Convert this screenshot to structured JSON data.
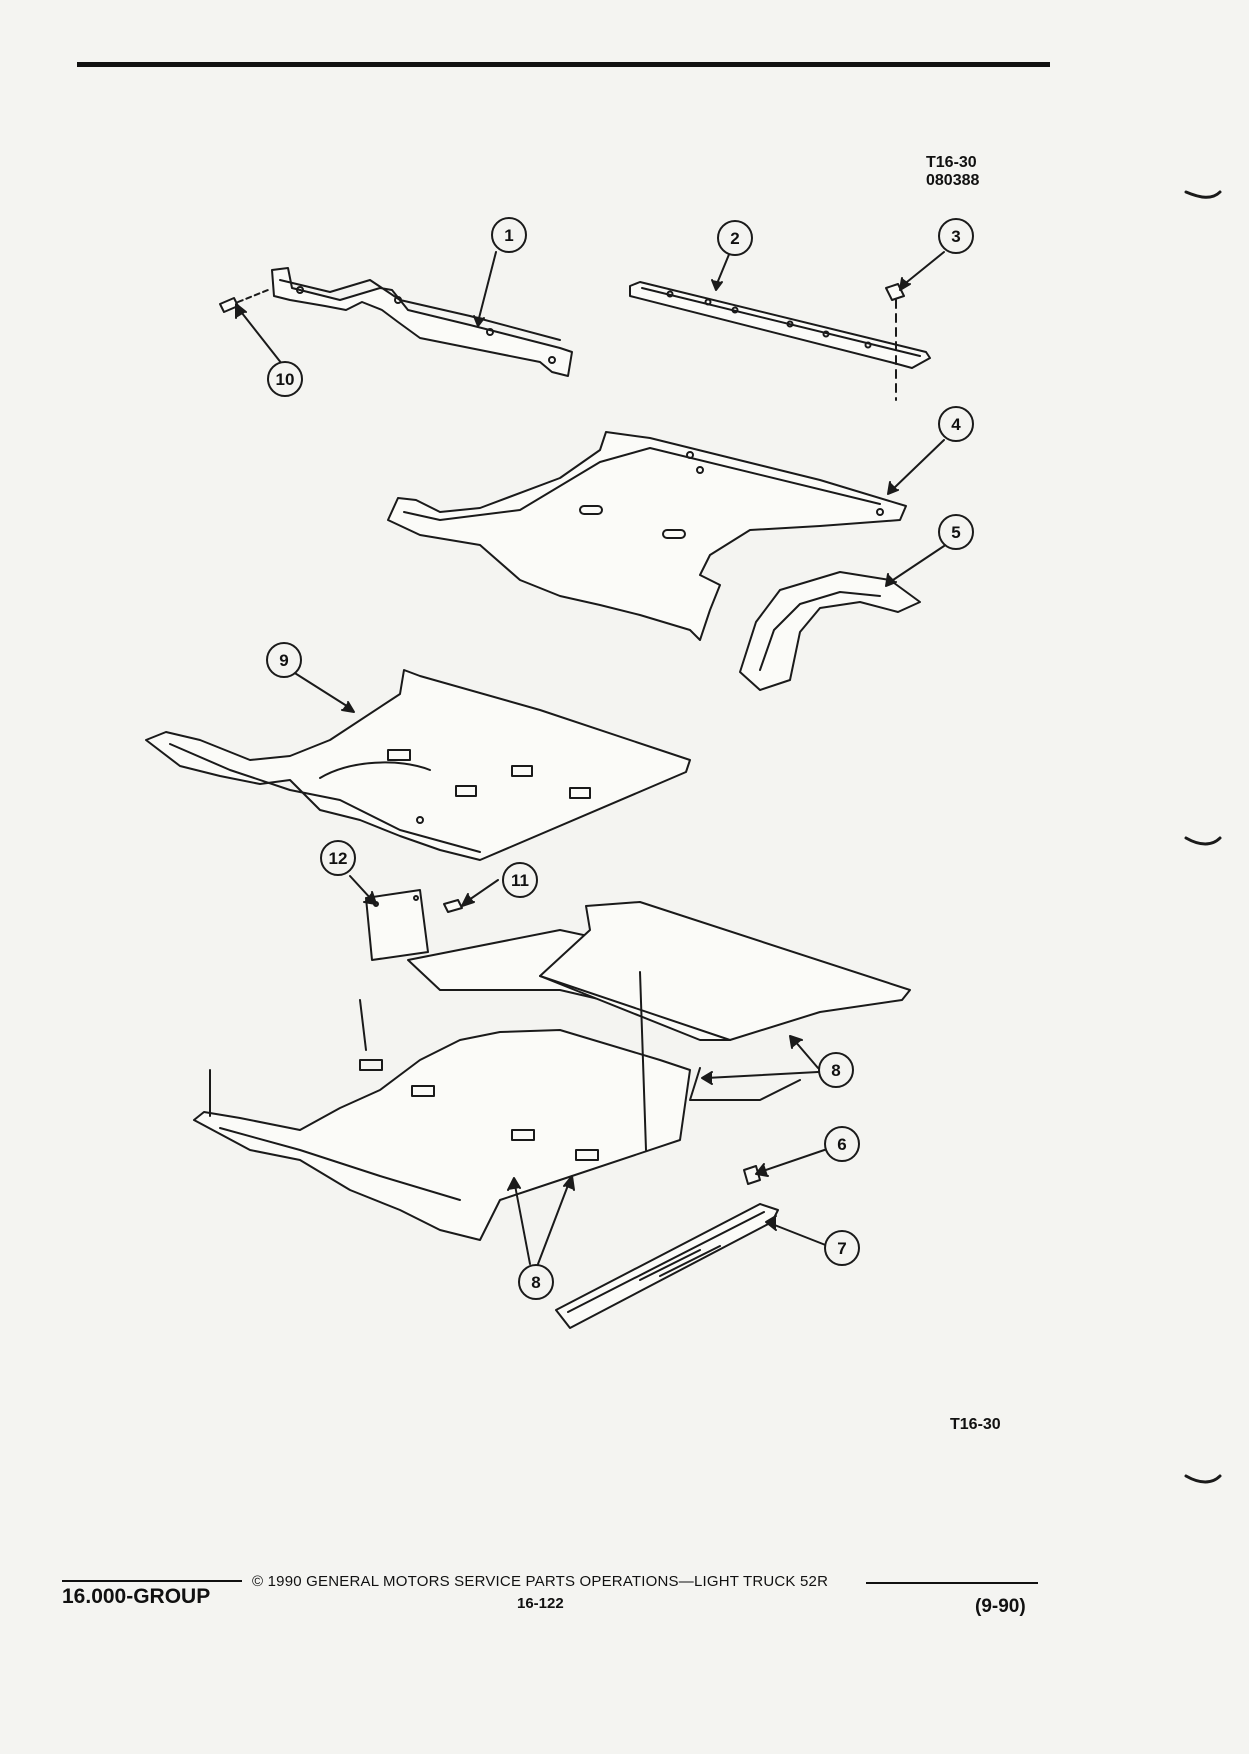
{
  "figure": {
    "code_top": "T16-30",
    "code_date": "080388",
    "code_bottom": "T16-30"
  },
  "callouts": [
    {
      "label": "1"
    },
    {
      "label": "2"
    },
    {
      "label": "3"
    },
    {
      "label": "4"
    },
    {
      "label": "5"
    },
    {
      "label": "6"
    },
    {
      "label": "7"
    },
    {
      "label": "8"
    },
    {
      "label": "8"
    },
    {
      "label": "9"
    },
    {
      "label": "10"
    },
    {
      "label": "11"
    },
    {
      "label": "12"
    }
  ],
  "footer": {
    "copyright": "© 1990 GENERAL MOTORS SERVICE PARTS OPERATIONS—LIGHT TRUCK 52R",
    "group": "16.000-GROUP",
    "page": "16-122",
    "date": "(9-90)"
  }
}
